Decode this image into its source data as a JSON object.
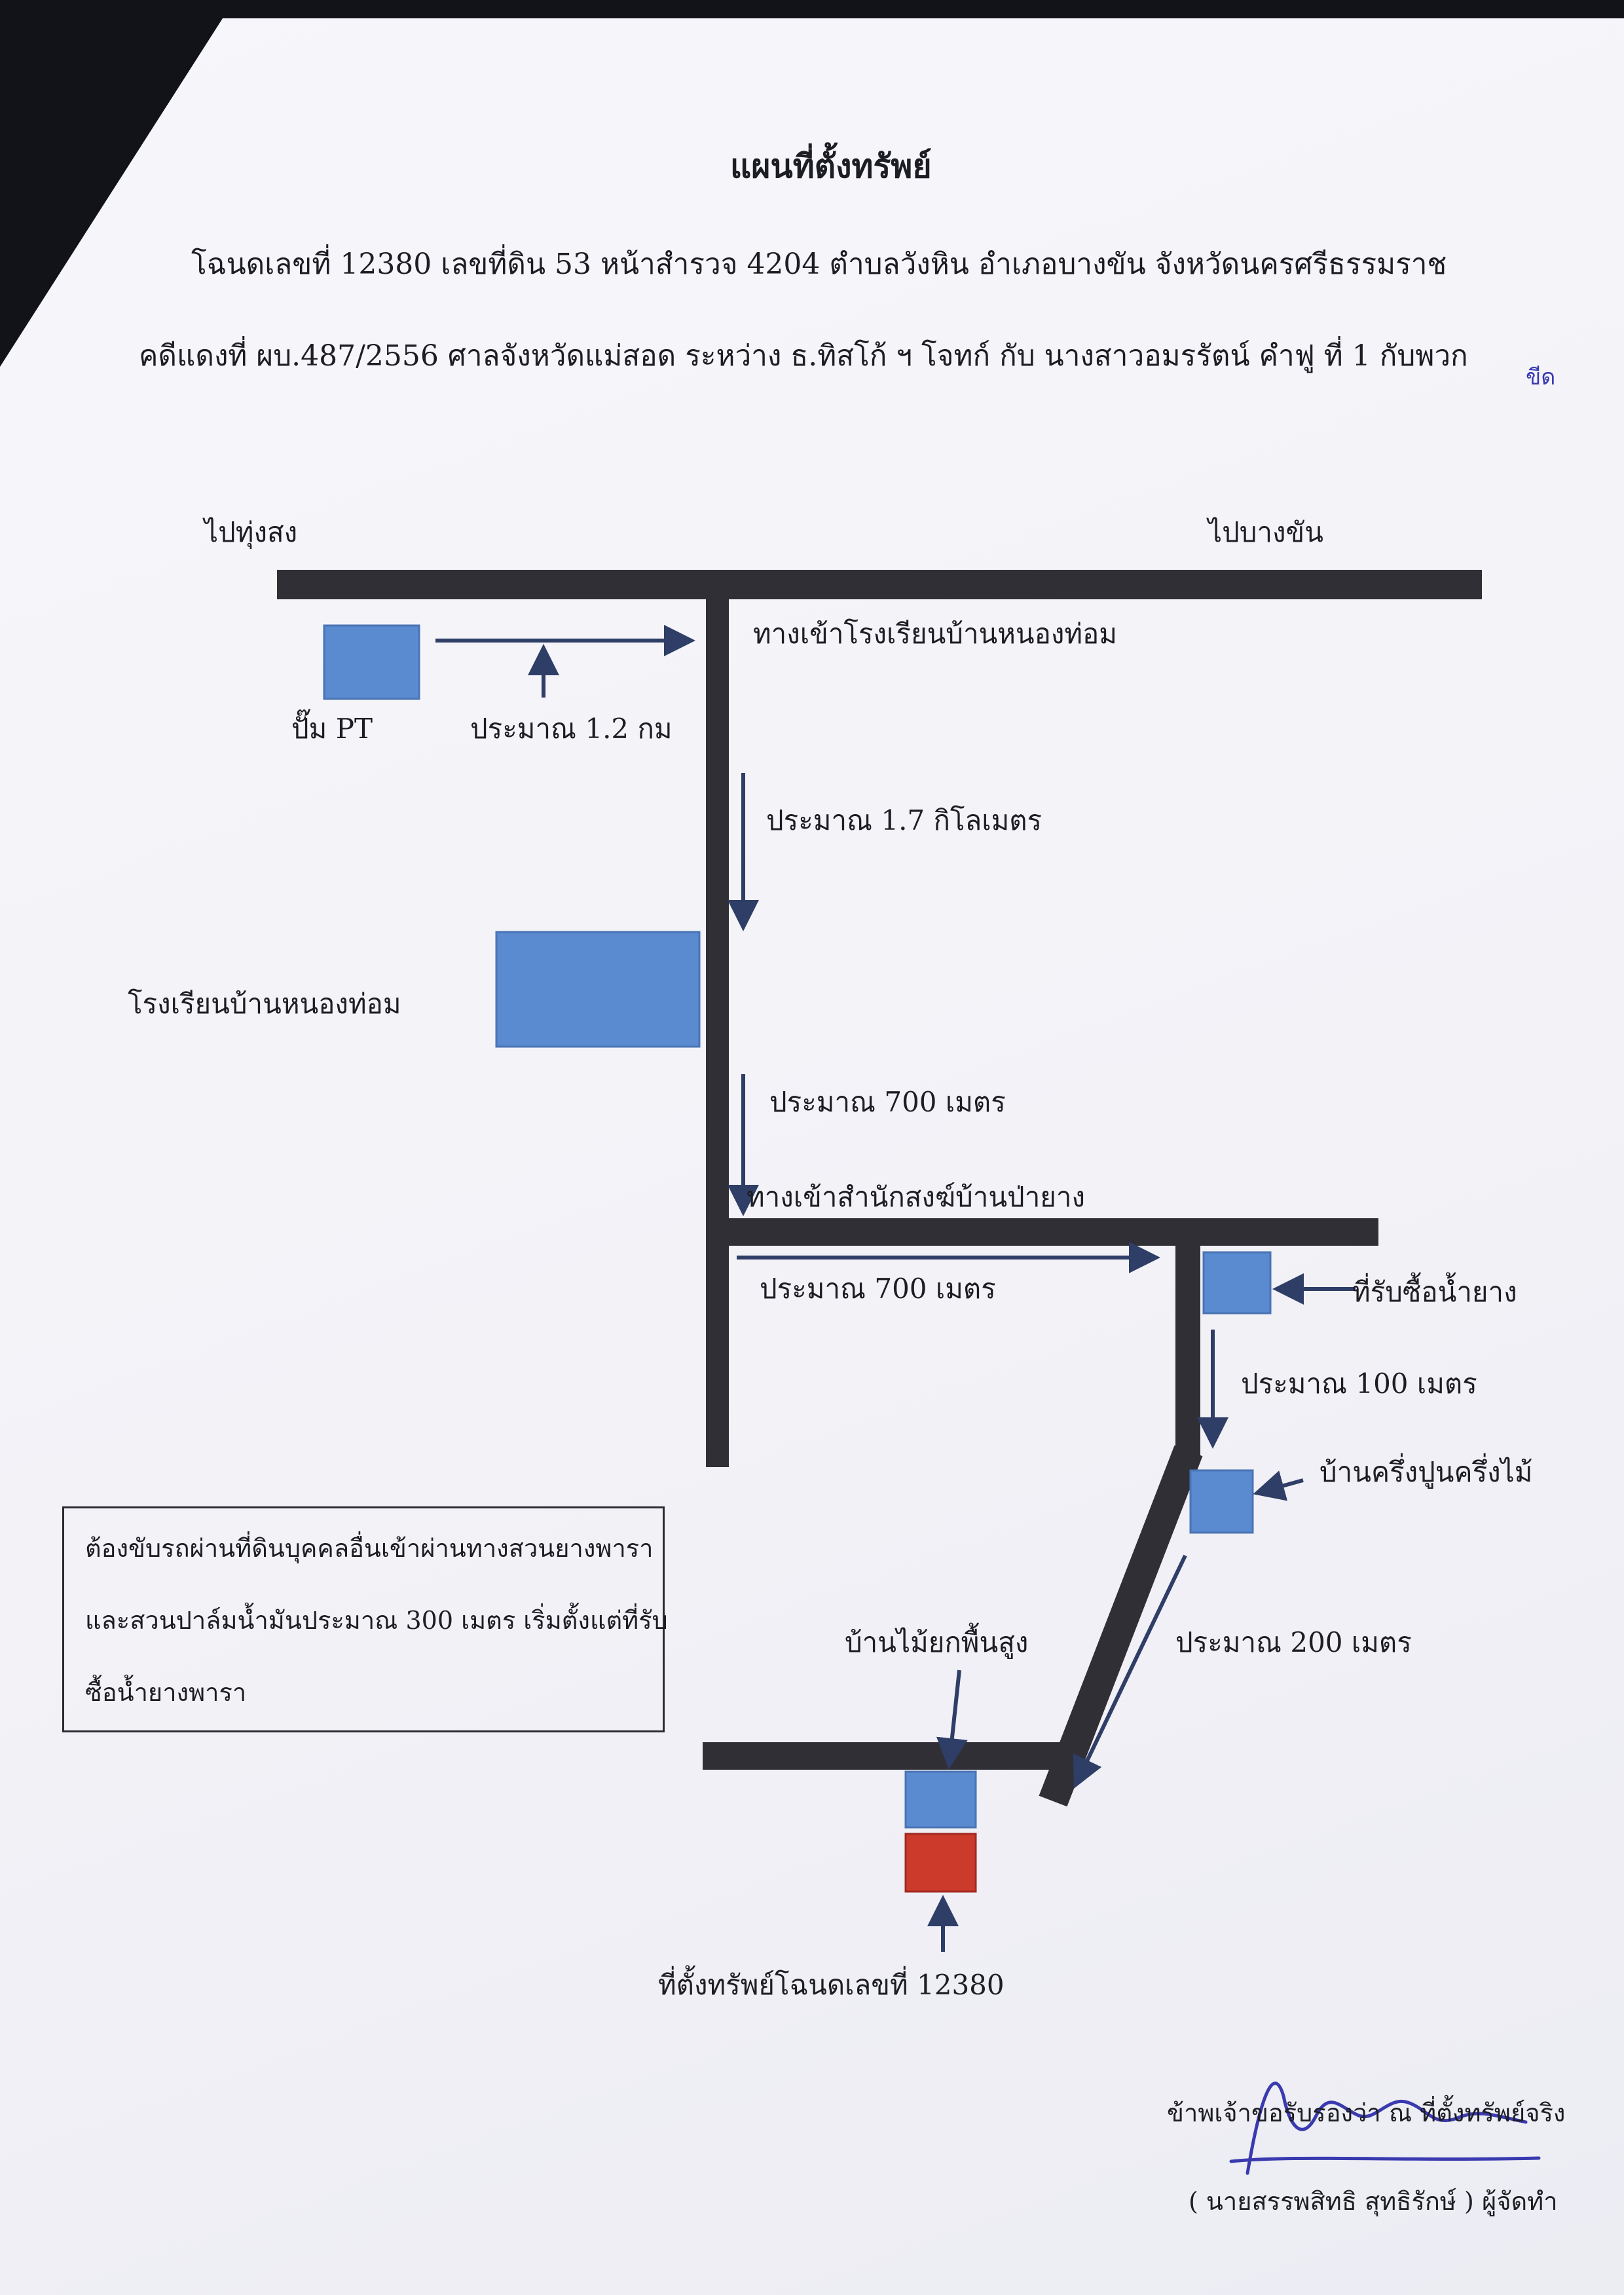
{
  "document": {
    "title": "แผนที่ตั้งทรัพย์",
    "line1": "โฉนดเลขที่ 12380 เลขที่ดิน 53 หน้าสำรวจ 4204 ตำบลวังหิน อำเภอบางขัน  จังหวัดนครศรีธรรมราช",
    "line2": "คดีแดงที่ ผบ.487/2556 ศาลจังหวัดแม่สอด ระหว่าง ธ.ทิสโก้ ฯ โจทก์ กับ นางสาวอมรรัตน์ คำฟู ที่ 1 กับพวก",
    "handwritten_mark": "ขีด"
  },
  "map": {
    "to_left": "ไปทุ่งสง",
    "to_right": "ไปบางขัน",
    "pt_label": "ปั๊ม PT",
    "dist_12km": "ประมาณ 1.2 กม",
    "school_entrance": "ทางเข้าโรงเรียนบ้านหนองท่อม",
    "dist_17km": "ประมาณ 1.7 กิโลเมตร",
    "school": "โรงเรียนบ้านหนองท่อม",
    "dist_700_a": "ประมาณ 700 เมตร",
    "monastery_entrance": "ทางเข้าสำนักสงฆ์บ้านป่ายาง",
    "dist_700_b": "ประมาณ 700 เมตร",
    "latex_buyer": "ที่รับซื้อน้ำยาง",
    "dist_100": "ประมาณ 100 เมตร",
    "half_house": "บ้านครึ่งปูนครึ่งไม้",
    "dist_200": "ประมาณ 200 เมตร",
    "stilt_house": "บ้านไม้ยกพื้นสูง",
    "property": "ที่ตั้งทรัพย์โฉนดเลขที่ 12380"
  },
  "note": {
    "line1": "ต้องขับรถผ่านที่ดินบุคคลอื่นเข้าผ่านทางสวนยางพารา",
    "line2": "และสวนปาล์มน้ำมันประมาณ 300 เมตร  เริ่มตั้งแต่ที่รับ",
    "line3": "ซื้อน้ำยางพารา"
  },
  "footer": {
    "certify": "ข้าพเจ้าขอรับรองว่า ณ ที่ตั้งทรัพย์จริง",
    "signer": "( นายสรรพสิทธิ  สุทธิรักษ์ ) ผู้จัดทำ"
  },
  "colors": {
    "road": "#2f2f35",
    "building_blue": "#5a8ad0",
    "property_red": "#cc3a2c",
    "arrow_navy": "#2f3e66",
    "ink_pen": "#3a3ab0"
  }
}
